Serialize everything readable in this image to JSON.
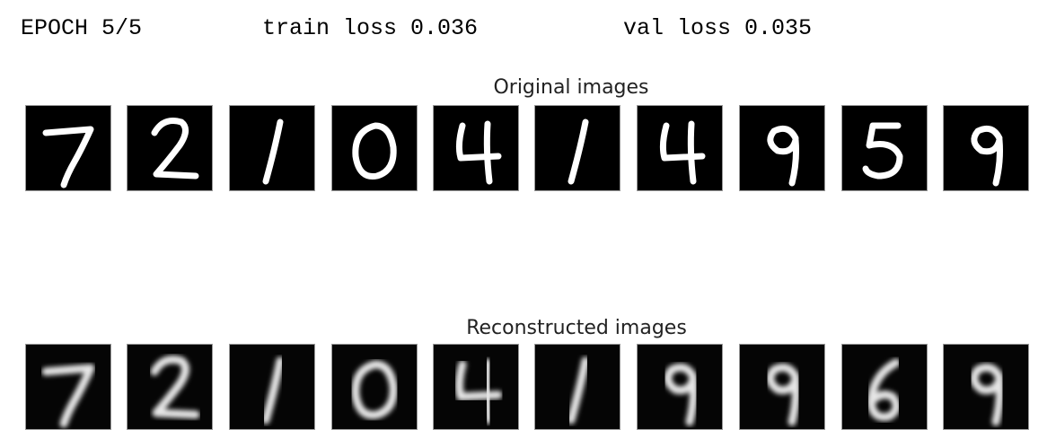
{
  "log": {
    "epoch": "EPOCH 5/5",
    "train_loss": "train loss 0.036",
    "val_loss": "val loss 0.035"
  },
  "original": {
    "title": "Original images",
    "digits": [
      "7",
      "2",
      "1",
      "0",
      "4",
      "1",
      "4",
      "9",
      "5",
      "9"
    ]
  },
  "reconstructed": {
    "title": "Reconstructed images",
    "digits": [
      "7",
      "2",
      "1",
      "0",
      "4",
      "1",
      "9",
      "9",
      "6",
      "9"
    ]
  },
  "colors": {
    "tile_background": "#000000",
    "stroke": "#ffffff",
    "text": "#000000"
  }
}
